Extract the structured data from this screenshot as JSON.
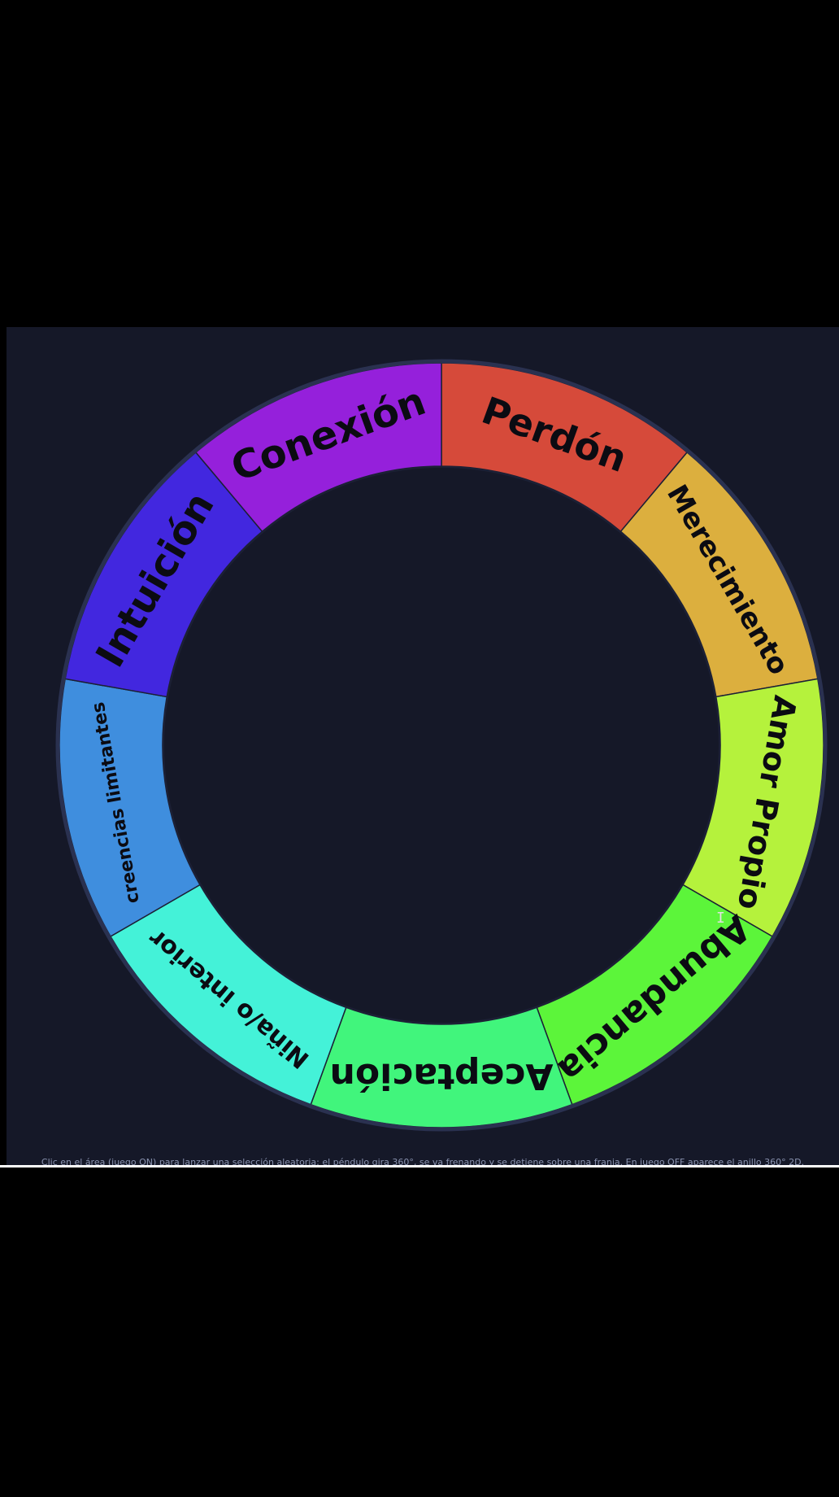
{
  "wheel": {
    "segments": [
      {
        "label": "Perdón",
        "color": "#d64a3a"
      },
      {
        "label": "Merecimiento",
        "color": "#dcaf3e"
      },
      {
        "label": "Amor Propio",
        "color": "#b5f23c"
      },
      {
        "label": "Abundancia",
        "color": "#5cf53a"
      },
      {
        "label": "Aceptación",
        "color": "#41f57c"
      },
      {
        "label": "Niña/o interior",
        "color": "#44f2d8"
      },
      {
        "label": "creencias limitantes",
        "color": "#3f8ede"
      },
      {
        "label": "Intuición",
        "color": "#4227df"
      },
      {
        "label": "Conexión",
        "color": "#9520db"
      }
    ],
    "background_color": "#151828",
    "border_color": "#2a3150"
  },
  "hint_text": "Clic en el área (juego ON) para lanzar una selección aleatoria: el péndulo gira 360°, se va frenando y se detiene sobre una franja. En juego OFF aparece el anillo 360° 2D."
}
